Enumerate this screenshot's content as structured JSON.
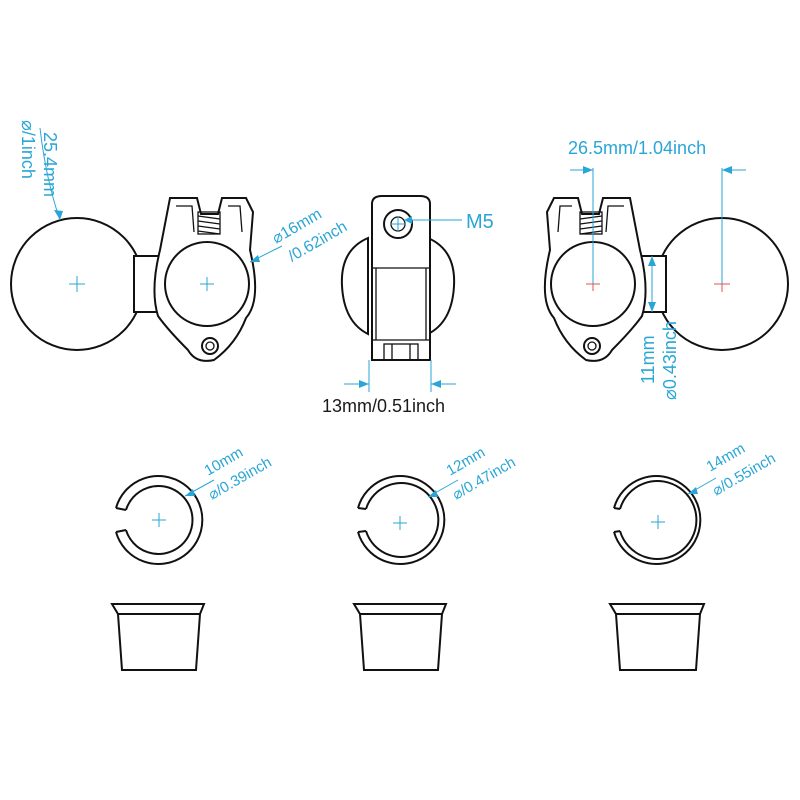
{
  "colors": {
    "dimension": "#2aa6d6",
    "center_cross_red": "#e05050",
    "outline": "#111111"
  },
  "labels": {
    "ball_diameter_mm": "25.4mm",
    "ball_diameter_inch": "⌀/1inch",
    "clamp_bore_mm": "⌀16mm",
    "clamp_bore_inch": "/0.62inch",
    "screw": "M5",
    "clamp_width": "13mm/0.51inch",
    "center_distance": "26.5mm/1.04inch",
    "neck_diameter_mm": "11mm",
    "neck_diameter_inch": "⌀0.43inch",
    "insert_small_mm": "10mm",
    "insert_small_inch": "⌀/0.39inch",
    "insert_medium_mm": "12mm",
    "insert_medium_inch": "⌀/0.47inch",
    "insert_large_mm": "14mm",
    "insert_large_inch": "⌀/0.55inch"
  }
}
